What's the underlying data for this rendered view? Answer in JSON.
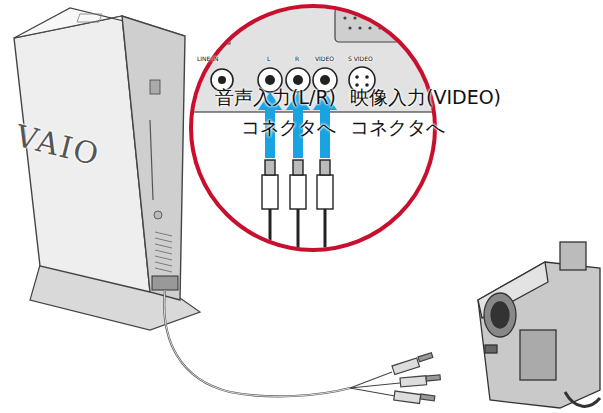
{
  "diagram": {
    "labels": [
      "音声入力(L/R) コネクタへ",
      "映像入力(VIDEO) コネクタへ",
      "VAIO",
      "LINE IN",
      "L",
      "R",
      "VIDEO",
      "S VIDEO"
    ]
  }
}
